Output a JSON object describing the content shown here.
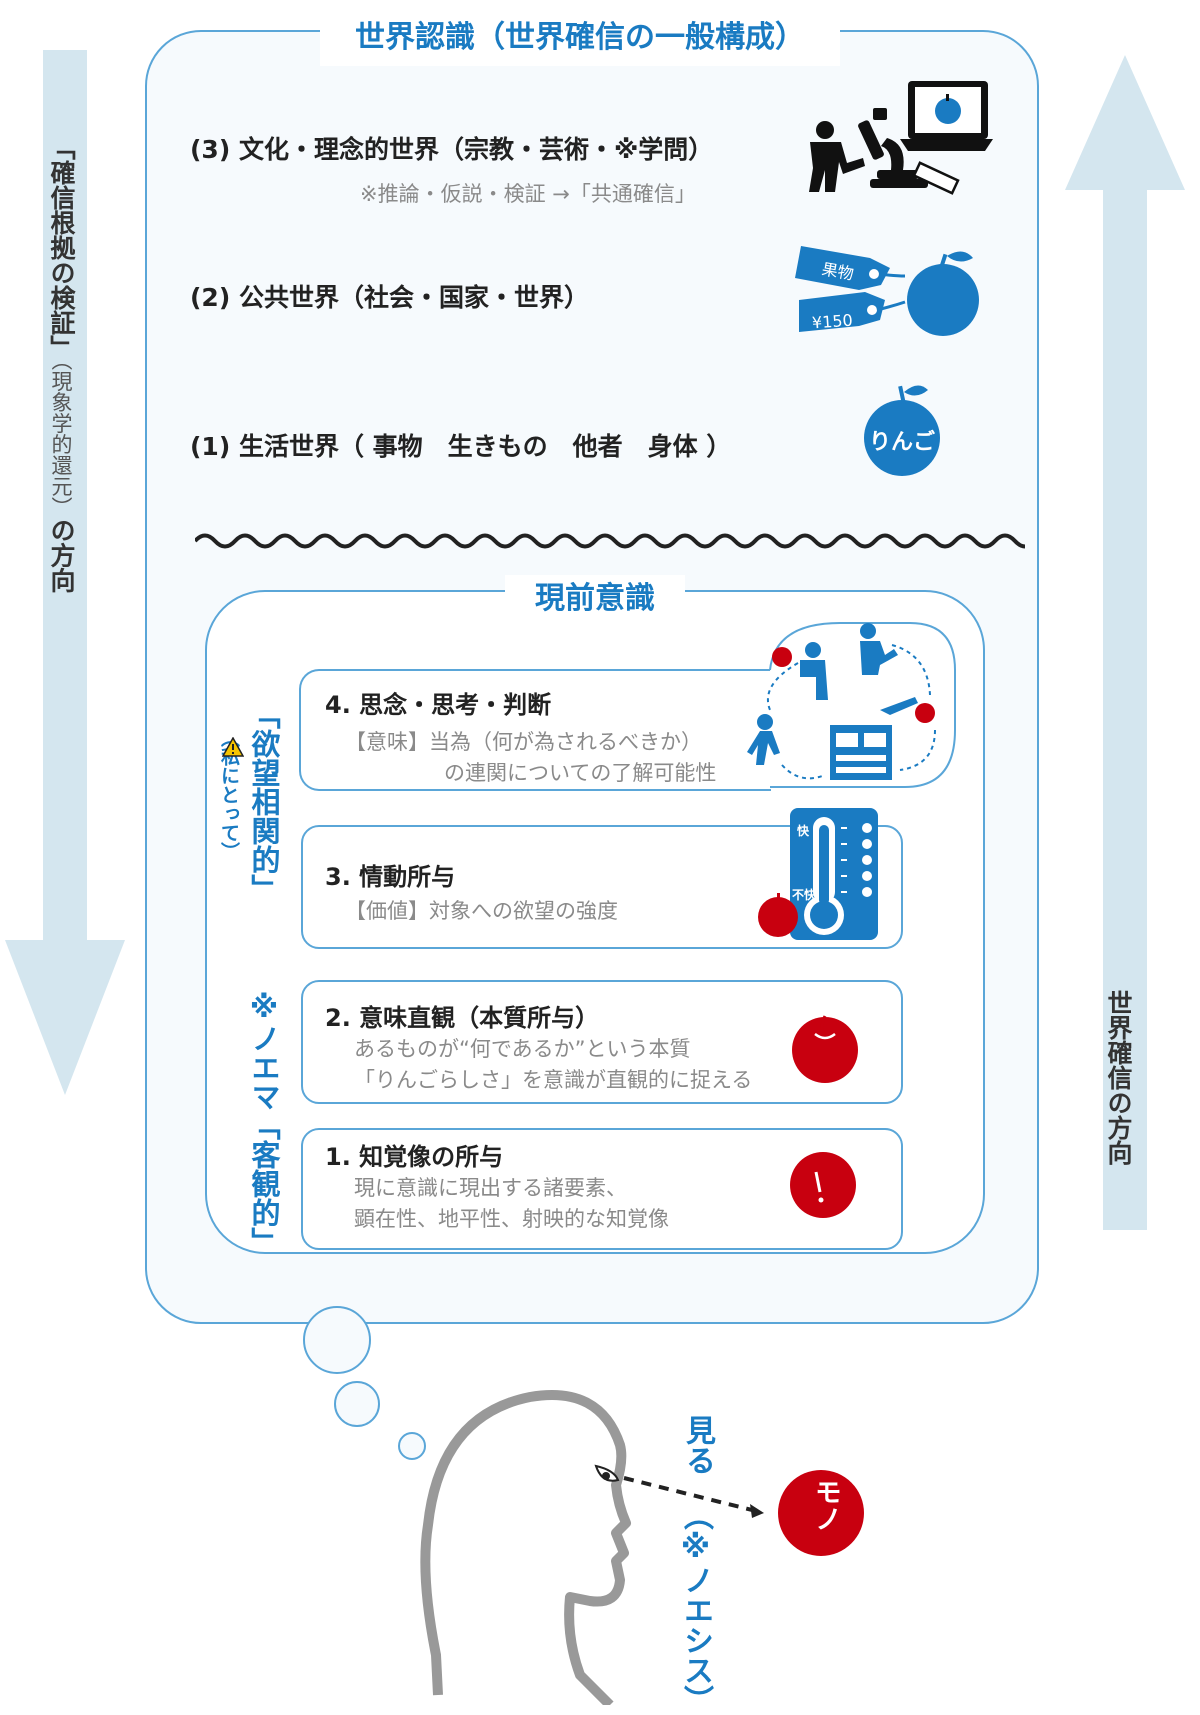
{
  "header": {
    "title": "世界認識（世界確信の一般構成）"
  },
  "world_levels": [
    {
      "label": "(3) 文化・理念的世界（宗教・芸術・※学問）",
      "note": "※推論・仮説・検証 →「共通確信」"
    },
    {
      "label": "(2) 公共世界（社会・国家・世界）"
    },
    {
      "label": "(1) 生活世界（ 事物　生きもの　他者　身体 ）"
    }
  ],
  "icons": {
    "apple_text": "りんご",
    "tag1": "果物",
    "tag2": "¥150",
    "thermo_top": "快",
    "thermo_bottom": "不快",
    "mono": "モノ"
  },
  "present": {
    "title": "現前意識",
    "cards": [
      {
        "title": "4. 思念・思考・判断",
        "line1": "【意味】当為（何が為されるべきか）",
        "line2": "の連関についての了解可能性"
      },
      {
        "title": "3. 情動所与",
        "line1": "【価値】対象への欲望の強度"
      },
      {
        "title": "2. 意味直観（本質所与）",
        "line1": "あるものが“何であるか”という本質",
        "line2": "「りんごらしさ」を意識が直観的に捉える"
      },
      {
        "title": "1. 知覚像の所与",
        "line1": "現に意識に現出する諸要素、",
        "line2": "顕在性、地平性、射映的な知覚像"
      }
    ]
  },
  "side_labels": {
    "desire_main": "「欲望相関的」",
    "desire_sub": "（私にとって）",
    "noema": "※ノエマ「客観的」",
    "left_arrow_main": "「確信根拠の検証」",
    "left_arrow_sub": "（現象学的還元）",
    "left_arrow_end": "の方向",
    "right_arrow": "世界確信の方向"
  },
  "bottom": {
    "see": "見る",
    "noesis": "（※ノエシス）"
  },
  "colors": {
    "blue": "#1a7bc2",
    "light_blue": "#d4e6ef",
    "red": "#c8000f",
    "gray_text": "#8a8a8a"
  }
}
